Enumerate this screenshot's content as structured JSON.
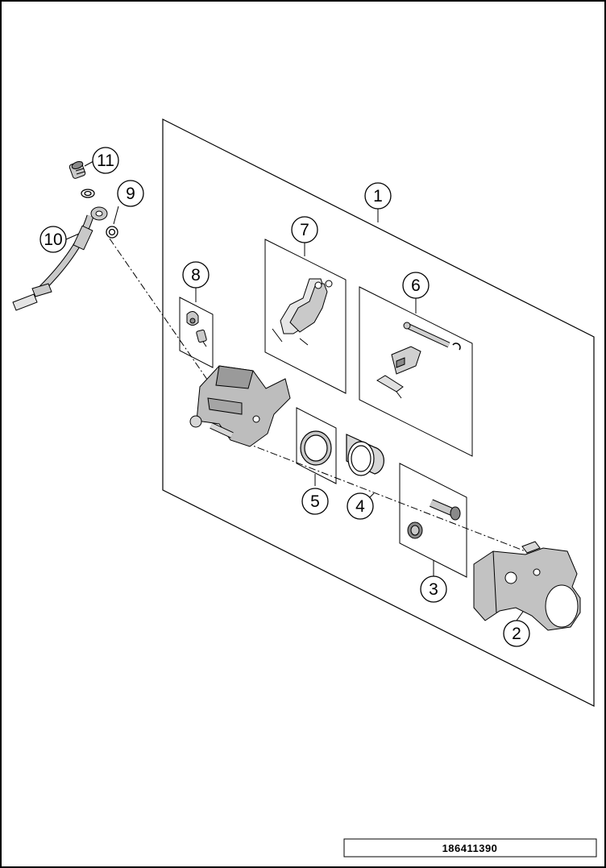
{
  "callouts": [
    {
      "label": "1"
    },
    {
      "label": "2"
    },
    {
      "label": "3"
    },
    {
      "label": "4"
    },
    {
      "label": "5"
    },
    {
      "label": "6"
    },
    {
      "label": "7"
    },
    {
      "label": "8"
    },
    {
      "label": "9"
    },
    {
      "label": "10"
    },
    {
      "label": "11"
    }
  ],
  "drawing_number": "186411390",
  "colors": {
    "line": "#000000",
    "part_fill": "#c9c9c9",
    "part_dark": "#8a8a8a",
    "background": "#ffffff"
  }
}
